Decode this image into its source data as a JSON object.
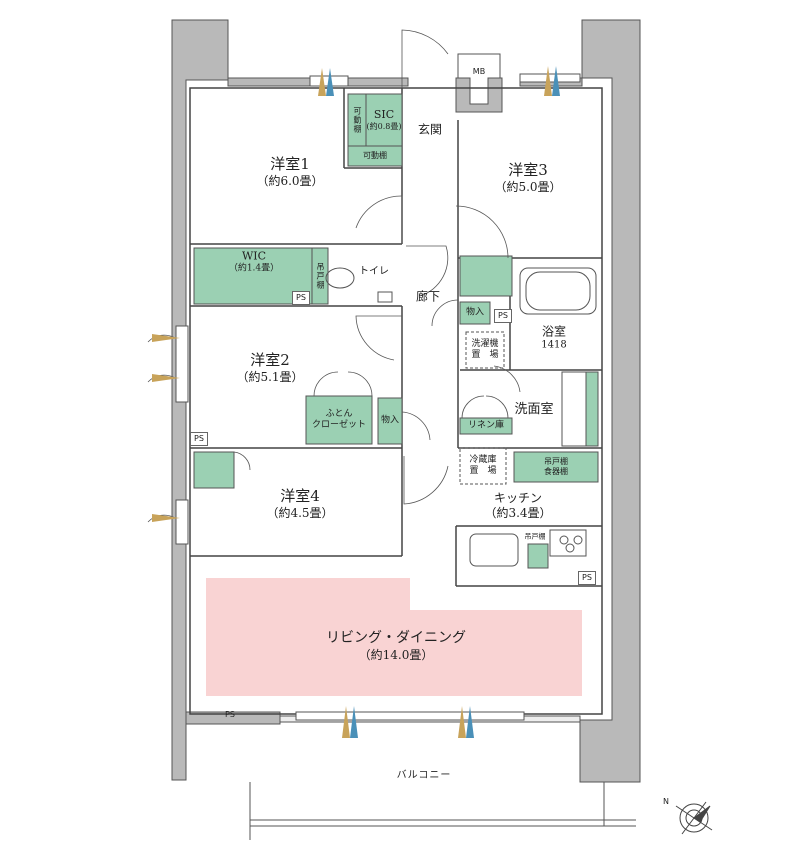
{
  "rooms": {
    "western1": {
      "name": "洋室1",
      "size": "（約6.0畳）"
    },
    "western2": {
      "name": "洋室2",
      "size": "（約5.1畳）"
    },
    "western3": {
      "name": "洋室3",
      "size": "（約5.0畳）"
    },
    "western4": {
      "name": "洋室4",
      "size": "（約4.5畳）"
    },
    "ldk": {
      "name": "リビング・ダイニング",
      "size": "（約14.0畳）"
    },
    "kitchen": {
      "name": "キッチン",
      "size": "（約3.4畳）"
    },
    "bath": {
      "name": "浴室",
      "size": "1418"
    },
    "washroom": {
      "name": "洗面室"
    },
    "entrance": {
      "name": "玄関"
    },
    "corridor": {
      "name": "廊下"
    },
    "toilet": {
      "name": "トイレ"
    },
    "balcony": {
      "name": "バルコニー"
    }
  },
  "storage": {
    "sic_name": "SIC",
    "sic_size": "(約0.8畳)",
    "movable_shelf_vertical": "可動棚",
    "movable_shelf": "可動棚",
    "wic_name": "WIC",
    "wic_size": "（約1.4畳）",
    "hanging_shelf": "吊戸棚",
    "futon_line1": "ふとん",
    "futon_line2": "クローゼット",
    "storage1": "物入",
    "storage2": "物入",
    "linen": "リネン庫",
    "washer_line1": "洗濯機",
    "washer_line2": "置　場",
    "fridge_line1": "冷蔵庫",
    "fridge_line2": "置　場",
    "kitchen_shelf_line1": "吊戸棚",
    "kitchen_shelf_line2": "食器棚",
    "kitchen_hanging": "吊戸棚"
  },
  "labels": {
    "mb": "MB",
    "ps": "PS",
    "compass": "N"
  },
  "colors": {
    "ldk_fill": "#f9d3d3",
    "storage_fill": "#9bd0b3",
    "wall_fill": "#b9b9b9",
    "line": "#444444"
  }
}
